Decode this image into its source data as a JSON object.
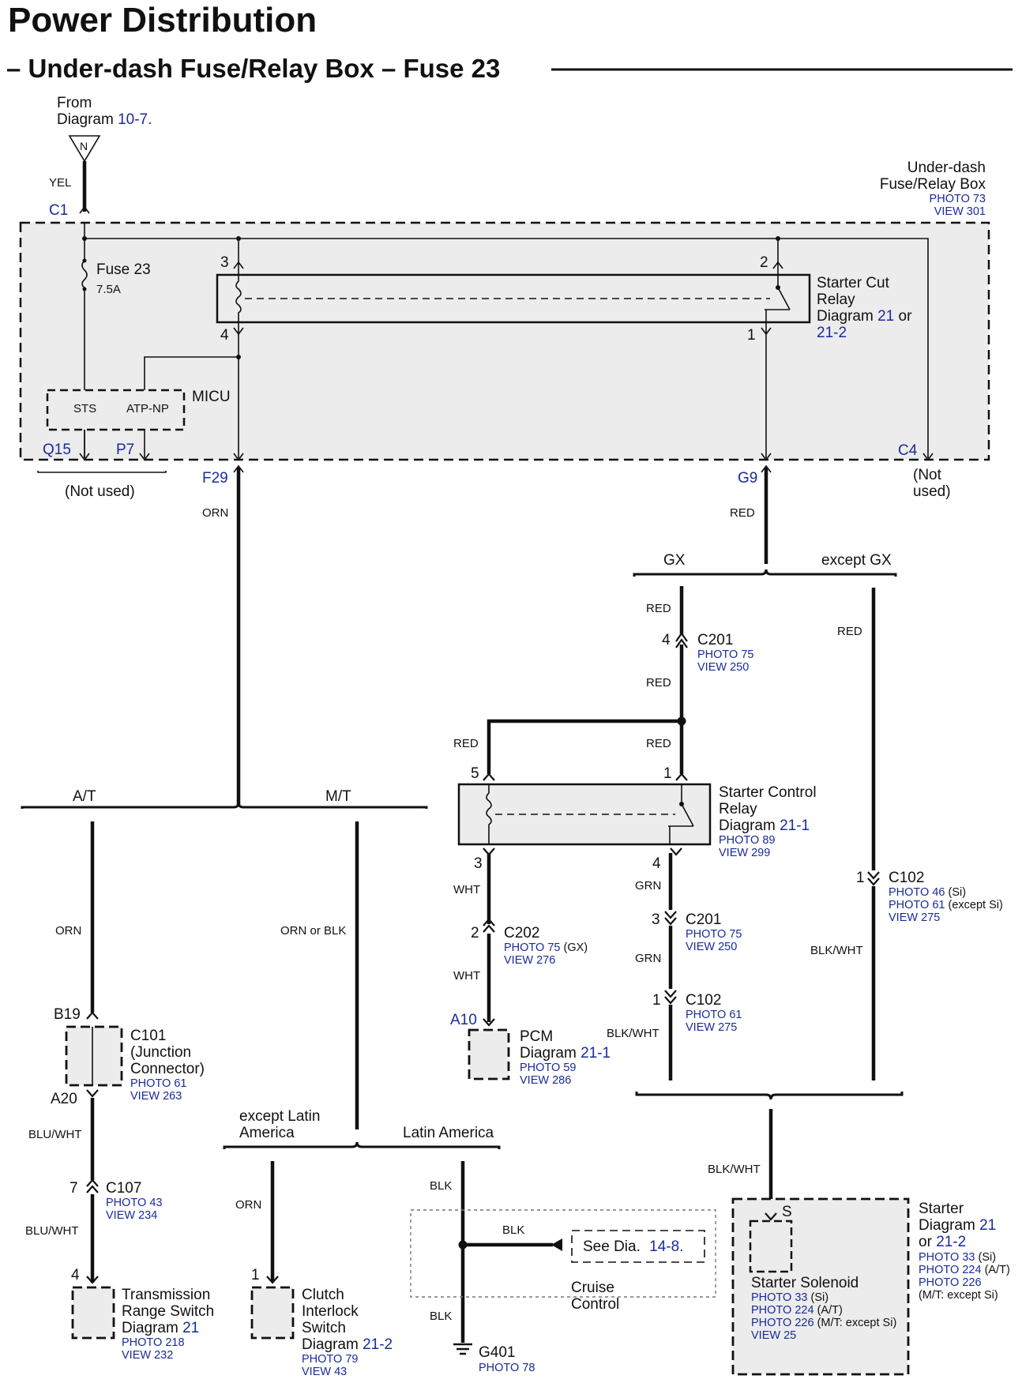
{
  "title": "Power Distribution",
  "subtitle": "– Under-dash Fuse/Relay Box – Fuse 23",
  "from": {
    "line1": "From",
    "line2": "Diagram",
    "ref": "10-7."
  },
  "ground_symbol": {
    "label": "N"
  },
  "wires": {
    "yel": "YEL",
    "orn": "ORN",
    "red": "RED",
    "red_gx": "RED",
    "red_c201": "RED",
    "red_left": "RED",
    "red_right": "RED",
    "red_except": "RED",
    "wht": "WHT",
    "wht2": "WHT",
    "grn": "GRN",
    "grn2": "GRN",
    "blkwht_pcm": "BLK/WHT",
    "blkwht_c102": "BLK/WHT",
    "blkwht_starter": "BLK/WHT",
    "orn_at": "ORN",
    "orn_or_blk": "ORN or BLK",
    "bluwht1": "BLU/WHT",
    "bluwht2": "BLU/WHT",
    "orn_clutch": "ORN",
    "blk1": "BLK",
    "blk2": "BLK",
    "blk3": "BLK"
  },
  "fuse_box": {
    "name_line1": "Under-dash",
    "name_line2": "Fuse/Relay Box",
    "photo": "PHOTO 73",
    "view": "VIEW 301",
    "c1": "C1",
    "fuse": "Fuse 23",
    "rating": "7.5A",
    "micu": "MICU",
    "sts": "STS",
    "atp": "ATP-NP",
    "q15": "Q15",
    "p7": "P7",
    "not_used": "(Not used)",
    "f29": "F29",
    "g9": "G9",
    "c4": "C4",
    "not_used_c4_1": "(Not",
    "not_used_c4_2": "used)"
  },
  "starter_cut_relay": {
    "line1": "Starter Cut",
    "line2": "Relay",
    "line3": "Diagram",
    "ref1": "21",
    "or": "or",
    "ref2": "21-2",
    "pin3": "3",
    "pin2": "2",
    "pin4": "4",
    "pin1": "1"
  },
  "branches": {
    "gx": "GX",
    "except_gx": "except GX",
    "at": "A/T",
    "mt": "M/T",
    "except_latin_1": "except Latin",
    "except_latin_2": "America",
    "latin": "Latin America"
  },
  "c201_top": {
    "pin": "4",
    "name": "C201",
    "photo": "PHOTO 75",
    "view": "VIEW 250"
  },
  "starter_control_relay": {
    "line1": "Starter Control",
    "line2": "Relay",
    "line3": "Diagram",
    "ref": "21-1",
    "photo": "PHOTO 89",
    "view": "VIEW 299",
    "pin5": "5",
    "pin1": "1",
    "pin3": "3",
    "pin4": "4"
  },
  "c102_right": {
    "pin": "1",
    "name": "C102",
    "photo1": "PHOTO 46",
    "photo1_note": "(Si)",
    "photo2": "PHOTO 61",
    "photo2_note": "(except Si)",
    "view": "VIEW 275"
  },
  "c202": {
    "pin": "2",
    "name": "C202",
    "photo": "PHOTO 75",
    "photo_note": "(GX)",
    "view": "VIEW 276"
  },
  "c201_mid": {
    "pin": "3",
    "name": "C201",
    "photo": "PHOTO 75",
    "view": "VIEW 250"
  },
  "c102_mid": {
    "pin": "1",
    "name": "C102",
    "photo": "PHOTO 61",
    "view": "VIEW 275"
  },
  "pcm": {
    "pin": "A10",
    "name": "PCM",
    "diagram": "Diagram",
    "ref": "21-1",
    "photo": "PHOTO 59",
    "view": "VIEW 286"
  },
  "c101": {
    "pin_top": "B19",
    "pin_bottom": "A20",
    "name": "C101",
    "line2": "(Junction",
    "line3": "Connector)",
    "photo": "PHOTO 61",
    "view": "VIEW 263"
  },
  "c107": {
    "pin": "7",
    "name": "C107",
    "photo": "PHOTO 43",
    "view": "VIEW 234"
  },
  "trs": {
    "pin": "4",
    "line1": "Transmission",
    "line2": "Range Switch",
    "diagram": "Diagram",
    "ref": "21",
    "photo": "PHOTO 218",
    "view": "VIEW 232"
  },
  "clutch": {
    "pin": "1",
    "line1": "Clutch",
    "line2": "Interlock",
    "line3": "Switch",
    "diagram": "Diagram",
    "ref": "21-2",
    "photo": "PHOTO 79",
    "view": "VIEW 43"
  },
  "cruise": {
    "see": "See Dia.",
    "ref": "14-8.",
    "line1": "Cruise",
    "line2": "Control"
  },
  "g401": {
    "name": "G401",
    "photo": "PHOTO 78"
  },
  "starter": {
    "pin": "S",
    "line1": "Starter",
    "diagram": "Diagram",
    "ref1": "21",
    "or": "or",
    "ref2": "21-2",
    "photo1": "PHOTO 33",
    "photo1_note": "(Si)",
    "photo2": "PHOTO 224",
    "photo2_note": "(A/T)",
    "photo3": "PHOTO 226",
    "photo3_note": "(M/T: except Si)",
    "solenoid": "Starter Solenoid",
    "s_photo1": "PHOTO 33",
    "s_photo1_note": "(Si)",
    "s_photo2": "PHOTO 224",
    "s_photo2_note": "(A/T)",
    "s_photo3": "PHOTO 226",
    "s_photo3_note": "(M/T: except Si)",
    "s_view": "VIEW 25"
  }
}
